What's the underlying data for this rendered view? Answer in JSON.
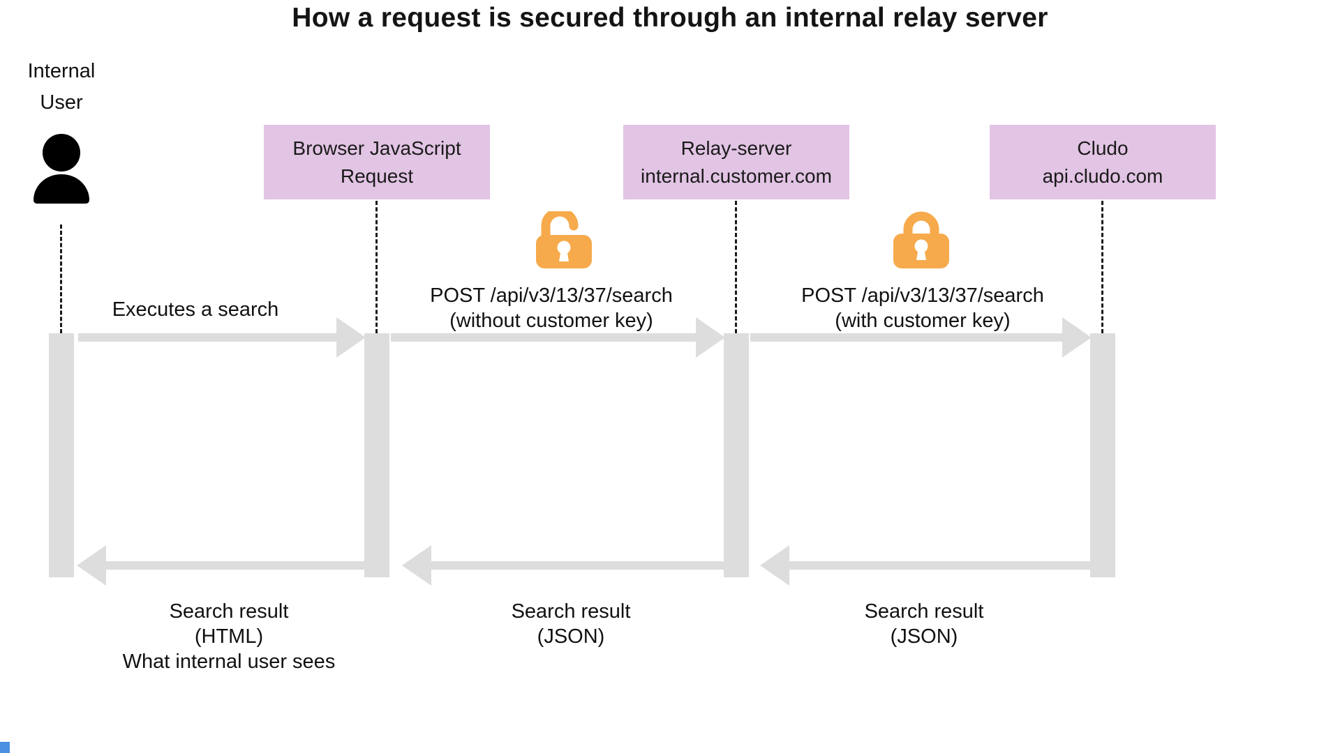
{
  "title": "How a request is secured through an internal relay server",
  "actors": {
    "user": {
      "line1": "Internal",
      "line2": "User"
    },
    "browser": {
      "line1": "Browser JavaScript",
      "line2": "Request"
    },
    "relay": {
      "line1": "Relay-server",
      "line2": "internal.customer.com"
    },
    "cludo": {
      "line1": "Cludo",
      "line2": "api.cludo.com"
    }
  },
  "messages": {
    "execute": {
      "label": "Executes a search"
    },
    "post_without_key": {
      "line1": "POST /api/v3/13/37/search",
      "line2": "(without customer key)"
    },
    "post_with_key": {
      "line1": "POST /api/v3/13/37/search",
      "line2": "(with customer key)"
    },
    "result_html": {
      "line1": "Search result",
      "line2": "(HTML)",
      "line3": "What internal user sees"
    },
    "result_json_browser": {
      "line1": "Search result",
      "line2": "(JSON)"
    },
    "result_json_relay": {
      "line1": "Search result",
      "line2": "(JSON)"
    }
  },
  "icons": {
    "person": "person-icon",
    "unlocked": "unlocked-padlock-icon",
    "locked": "locked-padlock-icon"
  },
  "colors": {
    "actor_box": "#E2C4E4",
    "arrow_gray": "#DDDDDD",
    "lock_orange": "#F6AA4B",
    "text": "#111111"
  }
}
